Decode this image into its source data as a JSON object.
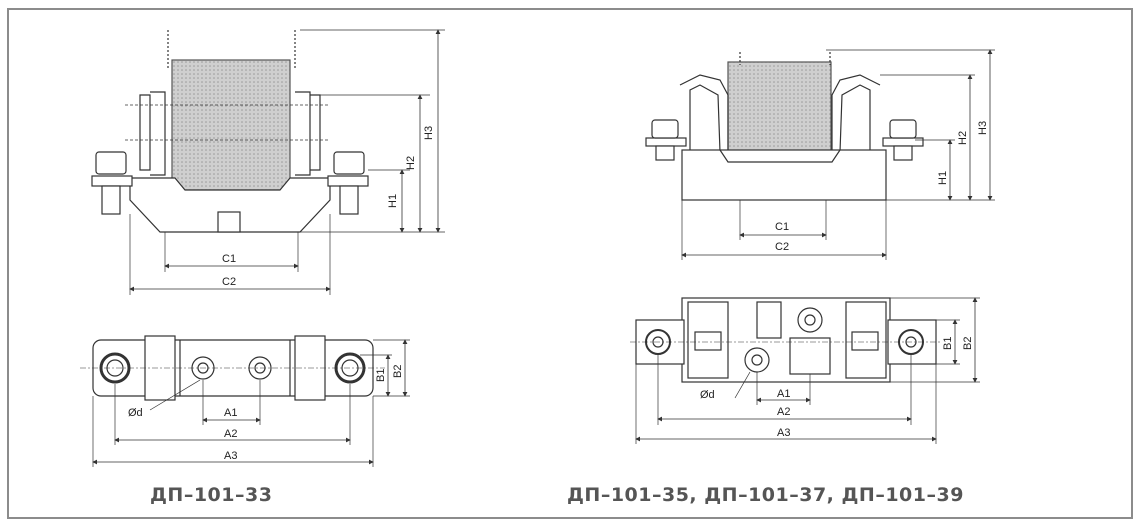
{
  "captions": {
    "left": "ДП–101–33",
    "right": "ДП–101–35, ДП–101–37, ДП–101–39"
  },
  "dimensions": {
    "h1": "H1",
    "h2": "H2",
    "h3": "H3",
    "c1": "C1",
    "c2": "C2",
    "a1": "A1",
    "a2": "A2",
    "a3": "A3",
    "b1": "B1",
    "b2": "B2",
    "d": "Ød"
  },
  "colors": {
    "frame": "#8c8c8c",
    "line": "#333333",
    "fuse_fill": "#c8c8c8",
    "caption": "#555555"
  }
}
